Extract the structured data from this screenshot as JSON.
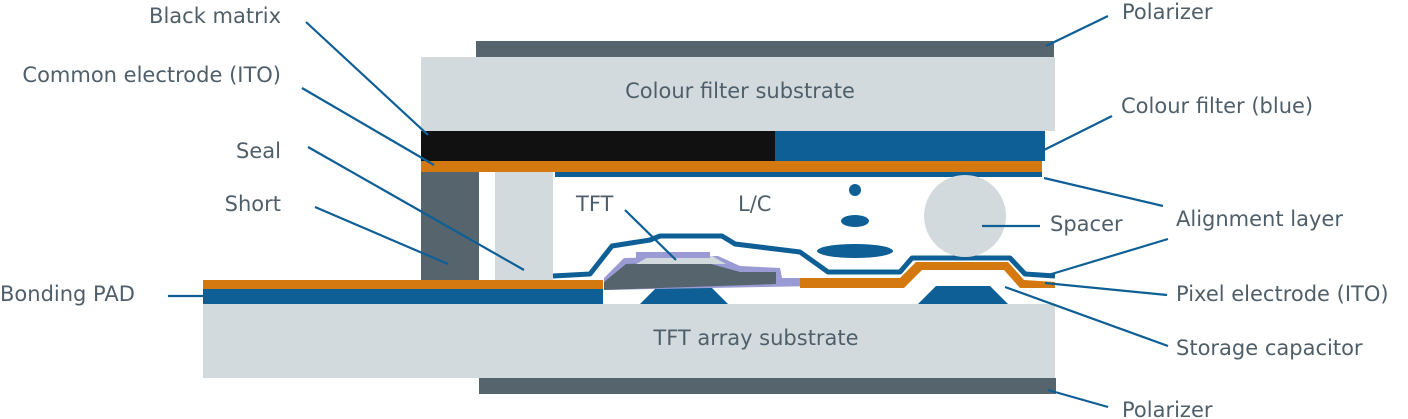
{
  "colors": {
    "dark_blue": "#0e5f96",
    "orange": "#d3790f",
    "dark_grey": "#56656d",
    "light_grey": "#d3dadd",
    "black": "#111111",
    "lavender": "#9a9ad4",
    "text": "#4f5f6a"
  },
  "labels": {
    "black_matrix": "Black matrix",
    "common_electrode": "Common electrode (ITO)",
    "seal": "Seal",
    "short": "Short",
    "bonding_pad": "Bonding PAD",
    "polarizer_top": "Polarizer",
    "colour_filter": "Colour filter (blue)",
    "alignment_layer": "Alignment layer",
    "pixel_electrode": "Pixel electrode (ITO)",
    "storage_capacitor": "Storage capacitor",
    "polarizer_bottom": "Polarizer"
  },
  "inner_text": {
    "cf_substrate": "Colour filter substrate",
    "tft_substrate": "TFT array substrate",
    "tft": "TFT",
    "lc": "L/C",
    "spacer": "Spacer"
  }
}
